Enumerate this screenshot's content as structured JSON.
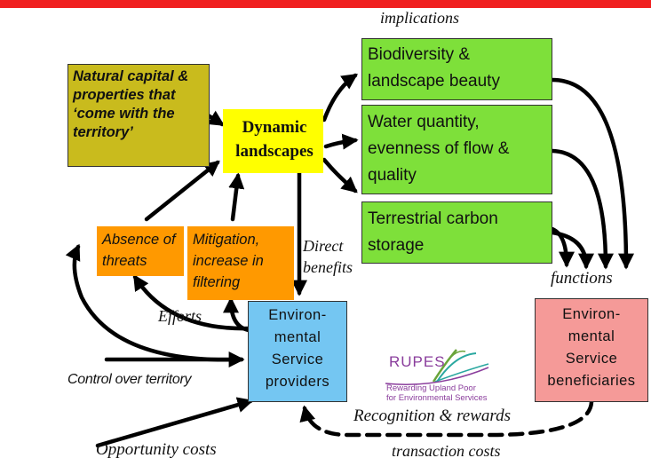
{
  "colors": {
    "banner": "#f02020",
    "natural_capital": "#c9bb1d",
    "dynamic": "#ffff00",
    "service_box": "#7ee03a",
    "threat_box": "#ff9900",
    "provider": "#74c6f2",
    "beneficiary": "#f59a98",
    "logo_teal": "#2aa8a0",
    "logo_purple": "#8a3d9c",
    "logo_green": "#6aa43a"
  },
  "labels": {
    "implications": "implications",
    "natural_capital": "Natural capital & properties that ‘come with the territory’",
    "dynamic": "Dynamic landscapes",
    "biodiversity": "Biodiversity & landscape beauty",
    "water": "Water quantity, evenness of flow & quality",
    "carbon": "Terrestrial carbon storage",
    "absence": "Absence of threats",
    "mitigation": "Mitigation, increase in filtering",
    "direct_benefits": "Direct benefits",
    "functions": "functions",
    "efforts": "Efforts",
    "providers": "Environ- mental Service providers",
    "beneficiaries": "Environ- mental Service beneficiaries",
    "control": "Control over territory",
    "recognition": "Recognition & rewards",
    "opportunity": "Opportunity costs",
    "transaction": "transaction costs",
    "logo_name": "RUPES",
    "logo_sub1": "Rewarding Upland Poor",
    "logo_sub2": "for Environmental Services"
  }
}
